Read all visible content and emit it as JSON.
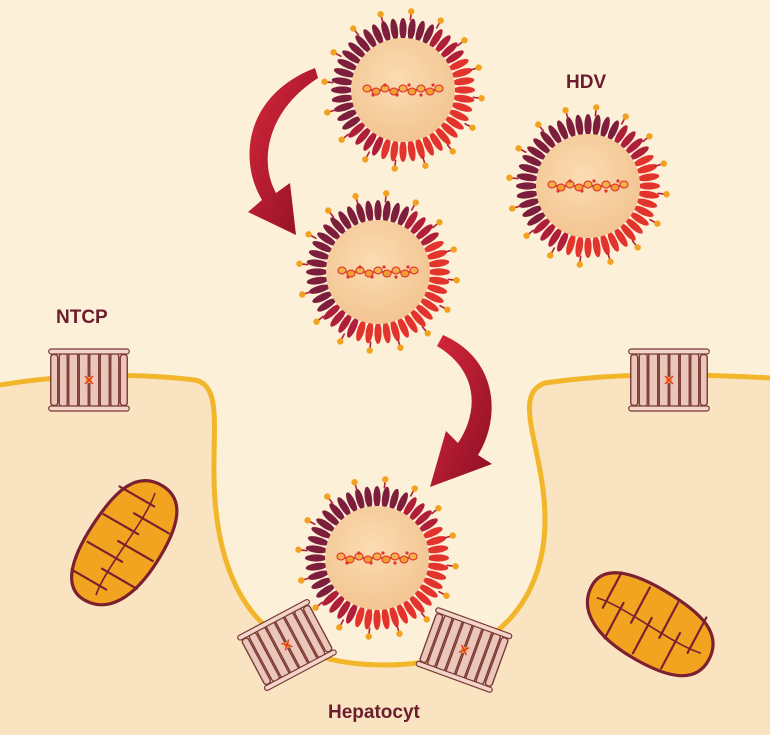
{
  "labels": {
    "ntcp": "NTCP",
    "hdv": "HDV",
    "hepatocyte": "Hepatocyt"
  },
  "colors": {
    "background": "#fdf0d8",
    "cell_fill": "#fae3c0",
    "membrane": "#f2b62a",
    "virion_core": "#f6cd9c",
    "envelope_dark": "#7d1f3c",
    "envelope_mid": "#b01f3a",
    "envelope_red": "#e2342d",
    "spike_tip": "#f2a21f",
    "arrow": "#b0152e",
    "receptor_fill": "#ebc6ba",
    "receptor_stroke": "#7a3a33",
    "mitochondrion": "#f2a320",
    "mito_stroke": "#7a2030",
    "label_text": "#6b1d2e"
  },
  "icons": {
    "virus": "hdv-virion-icon",
    "receptor": "ntcp-receptor-icon",
    "organelle": "mitochondrion-icon",
    "arrow": "curved-arrow-icon"
  }
}
